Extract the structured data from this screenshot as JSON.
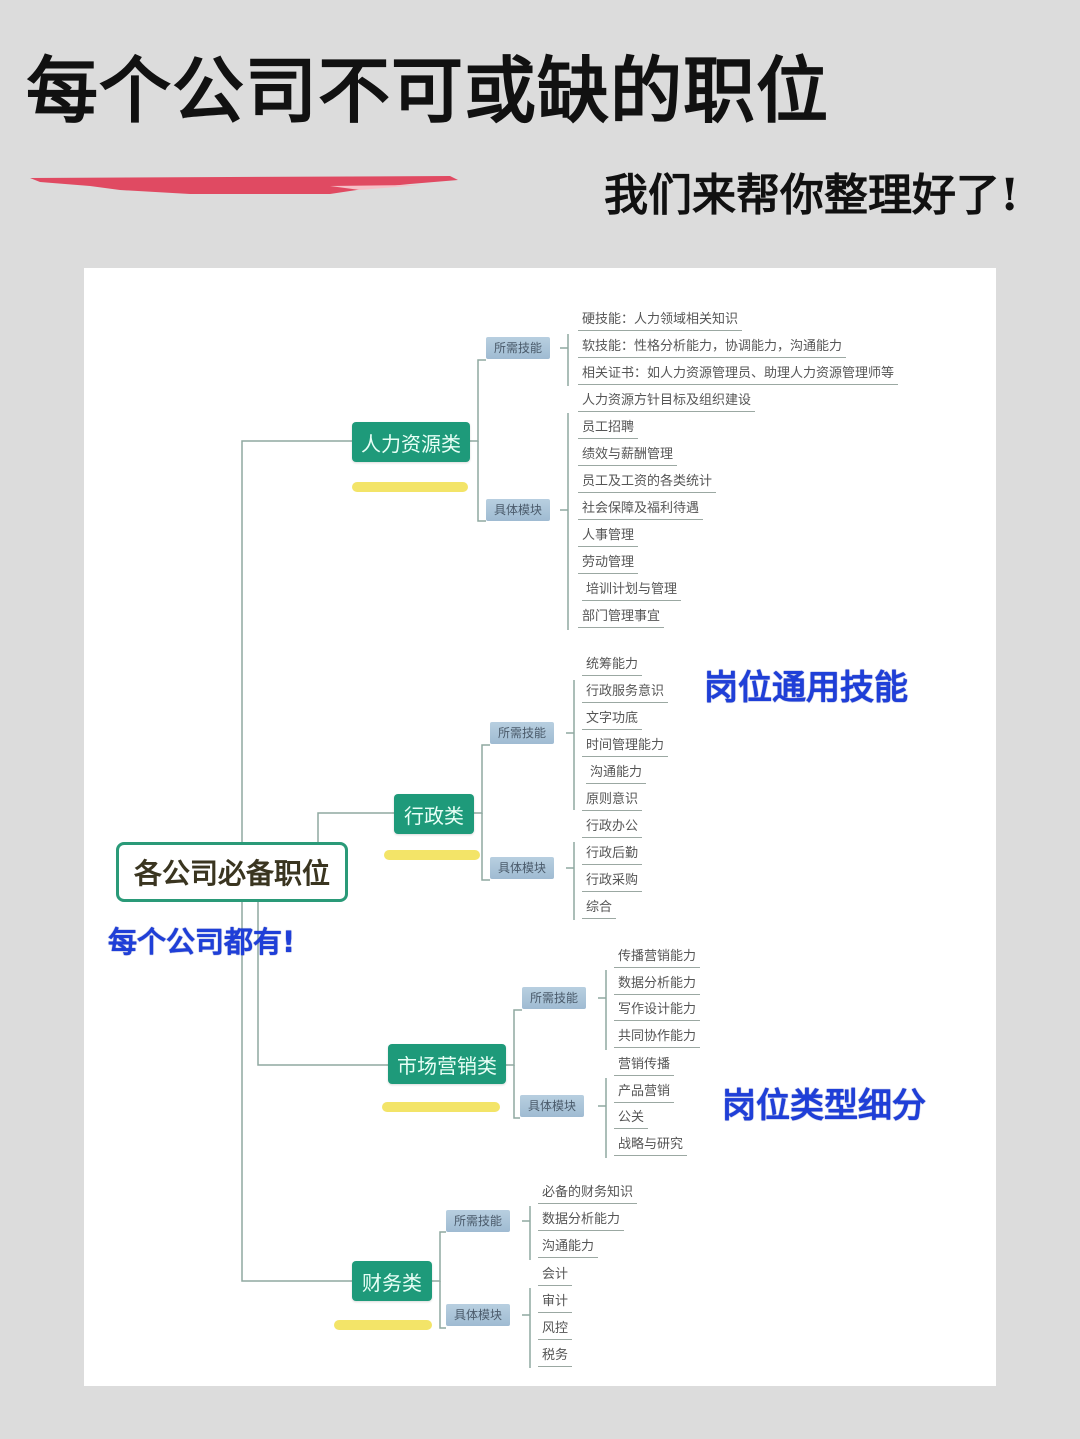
{
  "header": {
    "title": "每个公司不可或缺的职位",
    "subtitle": "我们来帮你整理好了!"
  },
  "colors": {
    "background": "#dcdcdc",
    "canvas": "#ffffff",
    "category_node": "#1e9a7a",
    "root_border": "#2a9a78",
    "highlight": "#f1df4e",
    "accent_red": "#e04a62",
    "annotation_blue": "#1f3fd8",
    "chip": "#a9c4d9"
  },
  "mindmap": {
    "root": "各公司必备职位",
    "categories": [
      {
        "label": "人力资源类",
        "skills_label": "所需技能",
        "skills": [
          "硬技能：人力领域相关知识",
          "软技能：性格分析能力，协调能力，沟通能力",
          "相关证书：如人力资源管理员、助理人力资源管理师等"
        ],
        "modules_label": "具体模块",
        "modules": [
          "人力资源方针目标及组织建设",
          "员工招聘",
          "绩效与薪酬管理",
          "员工及工资的各类统计",
          "社会保障及福利待遇",
          "人事管理",
          "劳动管理",
          "培训计划与管理",
          "部门管理事宜"
        ]
      },
      {
        "label": "行政类",
        "skills_label": "所需技能",
        "skills": [
          "统筹能力",
          "行政服务意识",
          "文字功底",
          "时间管理能力",
          "沟通能力",
          "原则意识"
        ],
        "modules_label": "具体模块",
        "modules": [
          "行政办公",
          "行政后勤",
          "行政采购",
          "综合"
        ]
      },
      {
        "label": "市场营销类",
        "skills_label": "所需技能",
        "skills": [
          "传播营销能力",
          "数据分析能力",
          "写作设计能力",
          "共同协作能力"
        ],
        "modules_label": "具体模块",
        "modules": [
          "营销传播",
          "产品营销",
          "公关",
          "战略与研究"
        ]
      },
      {
        "label": "财务类",
        "skills_label": "所需技能",
        "skills": [
          "必备的财务知识",
          "数据分析能力",
          "沟通能力"
        ],
        "modules_label": "具体模块",
        "modules": [
          "会计",
          "审计",
          "风控",
          "税务"
        ]
      }
    ]
  },
  "annotations": {
    "every_company": "每个公司都有!",
    "general_skills": "岗位通用技能",
    "type_breakdown": "岗位类型细分"
  }
}
